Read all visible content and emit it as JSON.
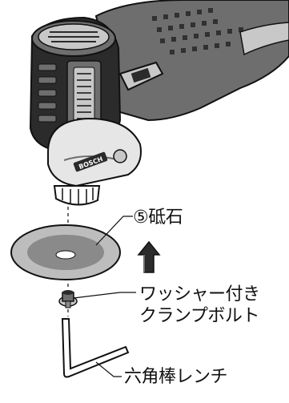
{
  "callouts": {
    "grinding_disc": "⑤砥石",
    "washer_bolt_line1": "ワッシャー付き",
    "washer_bolt_line2": "クランプボルト",
    "hex_wrench": "六角棒レンチ"
  },
  "tool_branding": {
    "brand": "BOSCH"
  },
  "icons": [
    "up-arrow-icon"
  ],
  "colors": {
    "line": "#111111",
    "tool_dark": "#2b2b2b",
    "tool_mid": "#6e6e6e",
    "tool_light": "#c8c8c8",
    "disc_outer": "#bdbdbd",
    "disc_inner": "#8a8a8a"
  }
}
